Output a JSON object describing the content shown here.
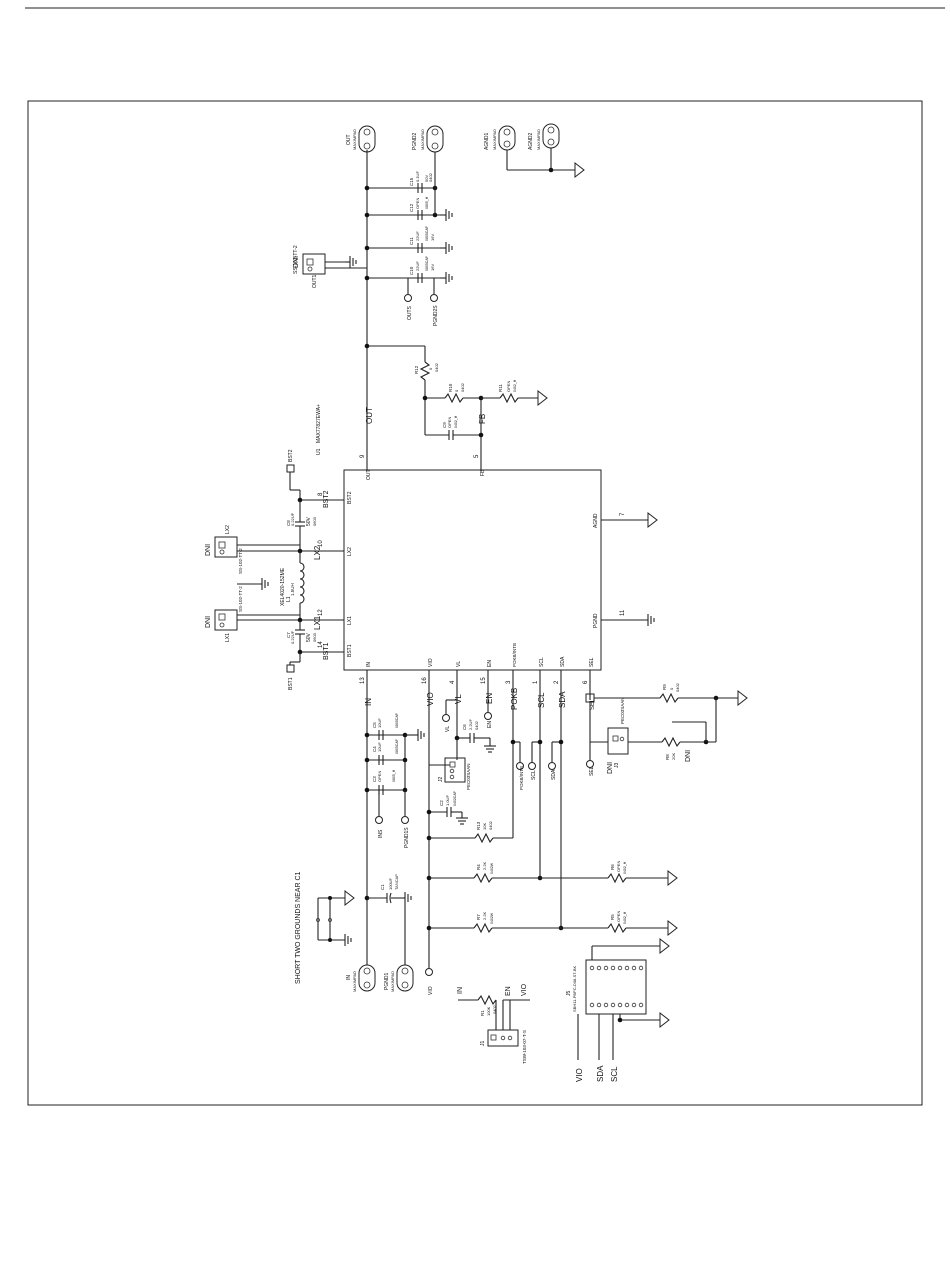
{
  "ic": {
    "refdes": "U1",
    "part": "MAX77827EWA+",
    "pins_left": [
      {
        "name": "BST2",
        "num": "8"
      },
      {
        "name": "LX2",
        "num": "10"
      },
      {
        "name": "LX1",
        "num": "12"
      },
      {
        "name": "BST1",
        "num": "14"
      }
    ],
    "pins_top": [
      {
        "name": "OUT",
        "num": "9"
      },
      {
        "name": "FB",
        "num": "5"
      }
    ],
    "pins_right": [
      {
        "name": "AGND",
        "num": "7"
      },
      {
        "name": "PGND",
        "num": "11"
      }
    ],
    "pins_bottom": [
      {
        "name": "IN",
        "num": "13"
      },
      {
        "name": "VIO",
        "num": "16"
      },
      {
        "name": "VL",
        "num": "4"
      },
      {
        "name": "EN",
        "num": "15"
      },
      {
        "name": "POKB/INTB",
        "num": "3"
      },
      {
        "name": "SCL",
        "num": "1"
      },
      {
        "name": "SDA",
        "num": "2"
      },
      {
        "name": "SEL",
        "num": "6"
      }
    ]
  },
  "nets": {
    "out": "OUT",
    "fb": "FB",
    "bst2": "BST2",
    "bst1": "BST1",
    "lx1": "LX1",
    "lx2": "LX2",
    "in": "IN",
    "vio": "VIO",
    "vl": "VL",
    "en": "EN",
    "pokb": "POKB",
    "scl": "SCL",
    "sda": "SDA",
    "sel": "SEL"
  },
  "pads": {
    "out": {
      "name": "OUT",
      "type": "MAXIMPAD"
    },
    "pgnd2": {
      "name": "PGND2",
      "type": "MAXIMPAD"
    },
    "agnd1": {
      "name": "AGND1",
      "type": "MAXIMPAD"
    },
    "agnd2": {
      "name": "AGND2",
      "type": "MAXIMPAD"
    },
    "in": {
      "name": "IN",
      "type": "MAXIMPAD"
    },
    "pgnd1": {
      "name": "PGND1",
      "type": "MAXIMPAD"
    }
  },
  "test_points": {
    "outs": "OUTS",
    "pgnd2s": "PGND2S",
    "vl": "VL",
    "en": "EN",
    "ins": "INS",
    "pgnd1s": "PGND1S",
    "pokb": "POKB/INTB",
    "scl": "SCL",
    "sda": "SDA",
    "sel": "SEL",
    "vio": "VIO",
    "bst1": "BST1",
    "bst2": "BST2"
  },
  "dni": "DNI",
  "headers": {
    "out1": {
      "ref": "OUT1",
      "part": "SS-102-TT-2",
      "dni": "DNI"
    },
    "lx2": {
      "ref": "LX2",
      "part": "SS-102-TT-2",
      "dni": "DNI"
    },
    "lx1": {
      "ref": "LX1",
      "part": "SS-102-TT-2",
      "dni": "DNI"
    },
    "j1": {
      "ref": "J1",
      "part": "TSW-103-07-T-S"
    },
    "j2": {
      "ref": "J2",
      "part": "PEC03SAAN"
    },
    "j3": {
      "ref": "J3",
      "part": "PEC03SAAN"
    },
    "j5": {
      "ref": "J5",
      "part": "SBH11-PBPC-D08-ST-BK"
    }
  },
  "caps": {
    "c15": {
      "ref": "C15",
      "value": "0.1UF",
      "pkg": "0402",
      "v": "50V"
    },
    "c12": {
      "ref": "C12",
      "value": "OPEN",
      "pkg": "0805_H"
    },
    "c11": {
      "ref": "C11",
      "value": "22UF",
      "pkg": "0805CAP",
      "v": "16V"
    },
    "c10": {
      "ref": "C10",
      "value": "22UF",
      "pkg": "0805CAP",
      "v": "16V"
    },
    "c9": {
      "ref": "C9",
      "value": "OPEN",
      "pkg": "0402_H"
    },
    "c8": {
      "ref": "C8",
      "value": "0.22UF",
      "pkg": "0603",
      "v": "50V"
    },
    "c7": {
      "ref": "C7",
      "value": "0.22UF",
      "pkg": "0603",
      "v": "50V"
    },
    "c5": {
      "ref": "C5",
      "value": "10UF",
      "pkg": "0805CAP"
    },
    "c4": {
      "ref": "C4",
      "value": "10UF",
      "pkg": "0805CAP"
    },
    "c3": {
      "ref": "C3",
      "value": "OPEN",
      "pkg": "0805_H"
    },
    "c6": {
      "ref": "C6",
      "value": "2.2UF",
      "pkg": "0402"
    },
    "c2": {
      "ref": "C2",
      "value": "1.0UF",
      "pkg": "0402CAP"
    },
    "c1": {
      "ref": "C1",
      "value": "100UF",
      "pkg": "TANCAP"
    }
  },
  "resistors": {
    "r12": {
      "ref": "R12",
      "value": "0",
      "pkg": "0402"
    },
    "r10": {
      "ref": "R10",
      "value": "0",
      "pkg": "0402"
    },
    "r11": {
      "ref": "R11",
      "value": "OPEN",
      "pkg": "0402_H"
    },
    "r9": {
      "ref": "R9",
      "value": "0",
      "pkg": "0402"
    },
    "r8": {
      "ref": "R8",
      "value": "20K",
      "pkg": "0402"
    },
    "r13": {
      "ref": "R13",
      "value": "10K",
      "pkg": "0402"
    },
    "r4": {
      "ref": "R4",
      "value": "2.2K",
      "pkg": "0402W"
    },
    "r6": {
      "ref": "R6",
      "value": "OPEN",
      "pkg": "0402_H"
    },
    "r7": {
      "ref": "R7",
      "value": "2.2K",
      "pkg": "0402W"
    },
    "r5": {
      "ref": "R5",
      "value": "OPEN",
      "pkg": "0402_H"
    },
    "r1": {
      "ref": "R1",
      "value": "100K",
      "pkg": "0402"
    }
  },
  "inductor": {
    "ref": "L1",
    "part": "XEL4020-152ME",
    "value": "1.5UH"
  },
  "note": "SHORT TWO GROUNDS NEAR C1"
}
